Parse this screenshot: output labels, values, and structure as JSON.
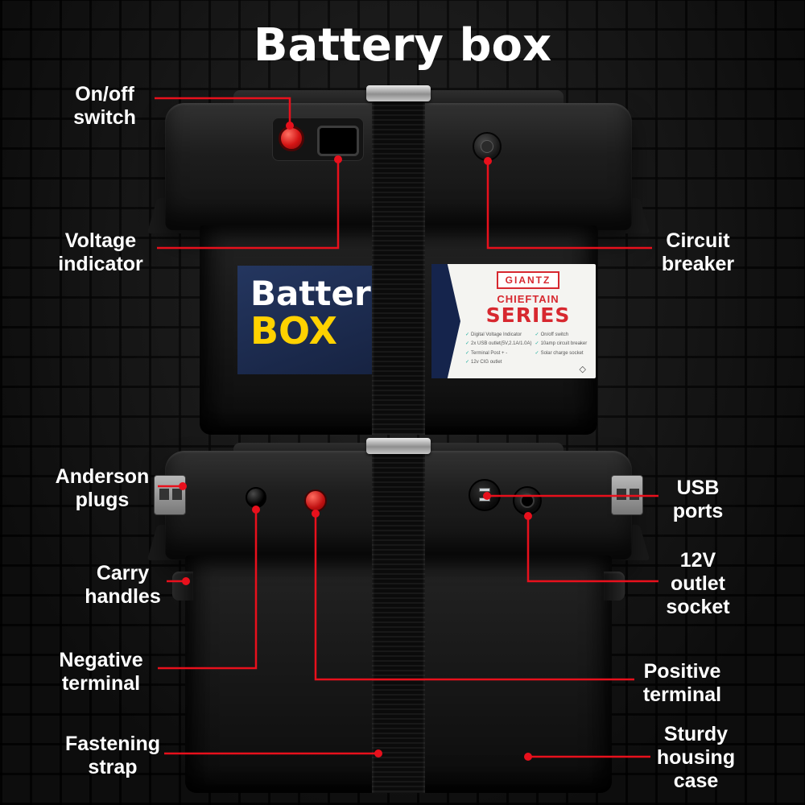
{
  "title": "Battery box",
  "callouts": [
    {
      "label": "On/off switch"
    },
    {
      "label": "Voltage indicator"
    },
    {
      "label": "Circuit breaker"
    },
    {
      "label": "Anderson plugs"
    },
    {
      "label": "USB ports"
    },
    {
      "label": "Carry handles"
    },
    {
      "label": "12V outlet socket"
    },
    {
      "label": "Negative terminal"
    },
    {
      "label": "Positive terminal"
    },
    {
      "label": "Fastening strap"
    },
    {
      "label": "Sturdy housing case"
    }
  ],
  "box_label": {
    "battery_word": "Batter",
    "box_word": "BOX"
  },
  "info_label": {
    "brand": "GIANTZ",
    "series_line1": "CHIEFTAIN",
    "series_line2": "SERIES",
    "features_left": [
      "Digital Voltage Indicator",
      "2x USB outlet(5V,2.1A/1.0A)",
      "Terminal Post + -",
      "12v CIG outlet"
    ],
    "features_right": [
      "On/off switch",
      "10amp circuit breaker",
      "Solar charge socket"
    ]
  },
  "icons": {
    "check": "✓",
    "cert": "◇"
  },
  "colors": {
    "accent_red": "#e8101c",
    "label_navy": "#1b2a52",
    "battery_text": "#ffffff",
    "box_text": "#ffd200",
    "brand_red": "#d7282f",
    "background": "#1c1c1c"
  }
}
